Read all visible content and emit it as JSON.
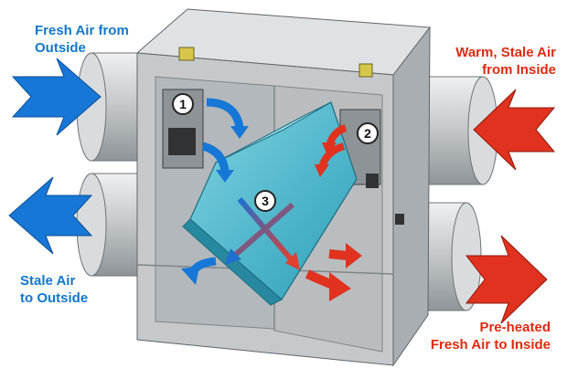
{
  "labels": {
    "fresh_air": [
      "Fresh Air from",
      "Outside"
    ],
    "warm_air": [
      "Warm, Stale Air",
      "from Inside"
    ],
    "stale_air": [
      "Stale Air",
      "to Outside"
    ],
    "preheated_air": [
      "Pre-heated",
      "Fresh Air to Inside"
    ]
  },
  "markers": {
    "one": "1",
    "two": "2",
    "three": "3"
  },
  "colors": {
    "blue_flow": "#1677d6",
    "red_flow": "#e0321e",
    "core": "#57bfd2",
    "housing": "#c5c9cc"
  }
}
